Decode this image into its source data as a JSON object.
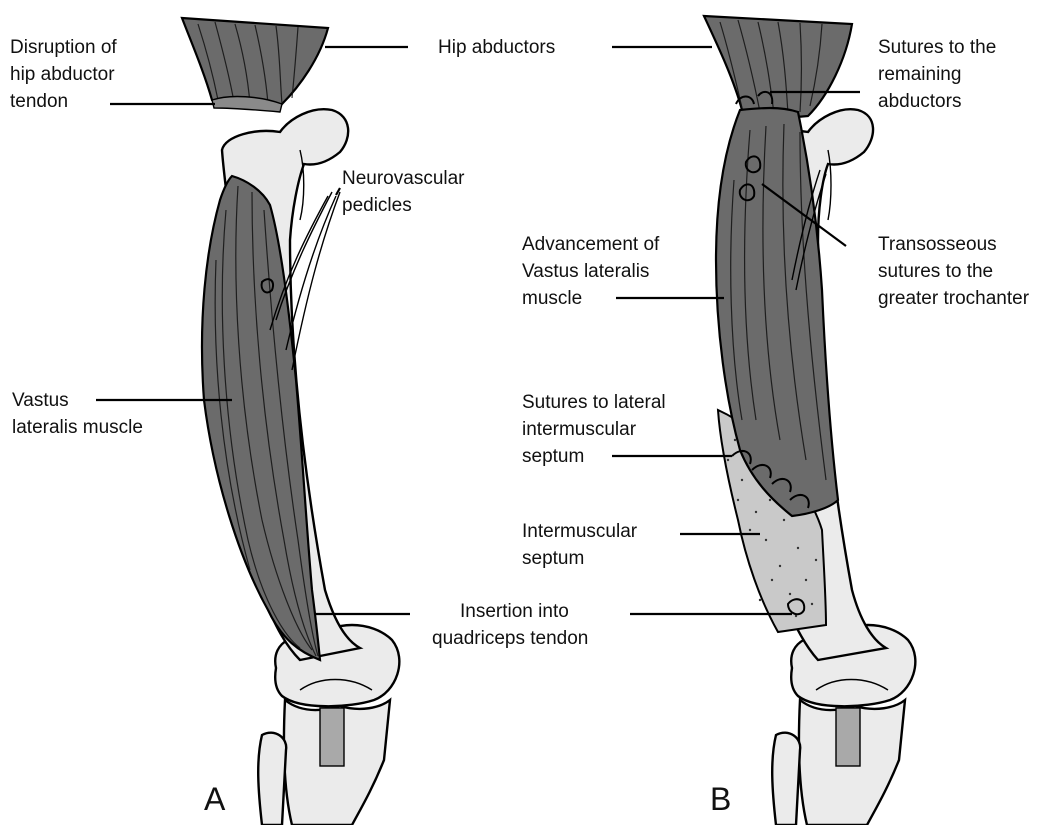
{
  "labels": {
    "disruption": [
      "Disruption of",
      "hip abductor",
      "tendon"
    ],
    "hip_abductors": [
      "Hip abductors"
    ],
    "neurovascular": [
      "Neurovascular",
      "pedicles"
    ],
    "vastus": [
      "Vastus",
      "lateralis muscle"
    ],
    "insertion": [
      "Insertion into",
      "quadriceps tendon"
    ],
    "sutures_remaining": [
      "Sutures to the",
      "remaining",
      "abductors"
    ],
    "advancement": [
      "Advancement of",
      "Vastus lateralis",
      "muscle"
    ],
    "transosseous": [
      "Transosseous",
      "sutures to the",
      "greater trochanter"
    ],
    "sutures_lateral": [
      "Sutures to lateral",
      "intermuscular",
      "septum"
    ],
    "intermuscular": [
      "Intermuscular",
      "septum"
    ]
  },
  "panels": {
    "a": "A",
    "b": "B"
  }
}
